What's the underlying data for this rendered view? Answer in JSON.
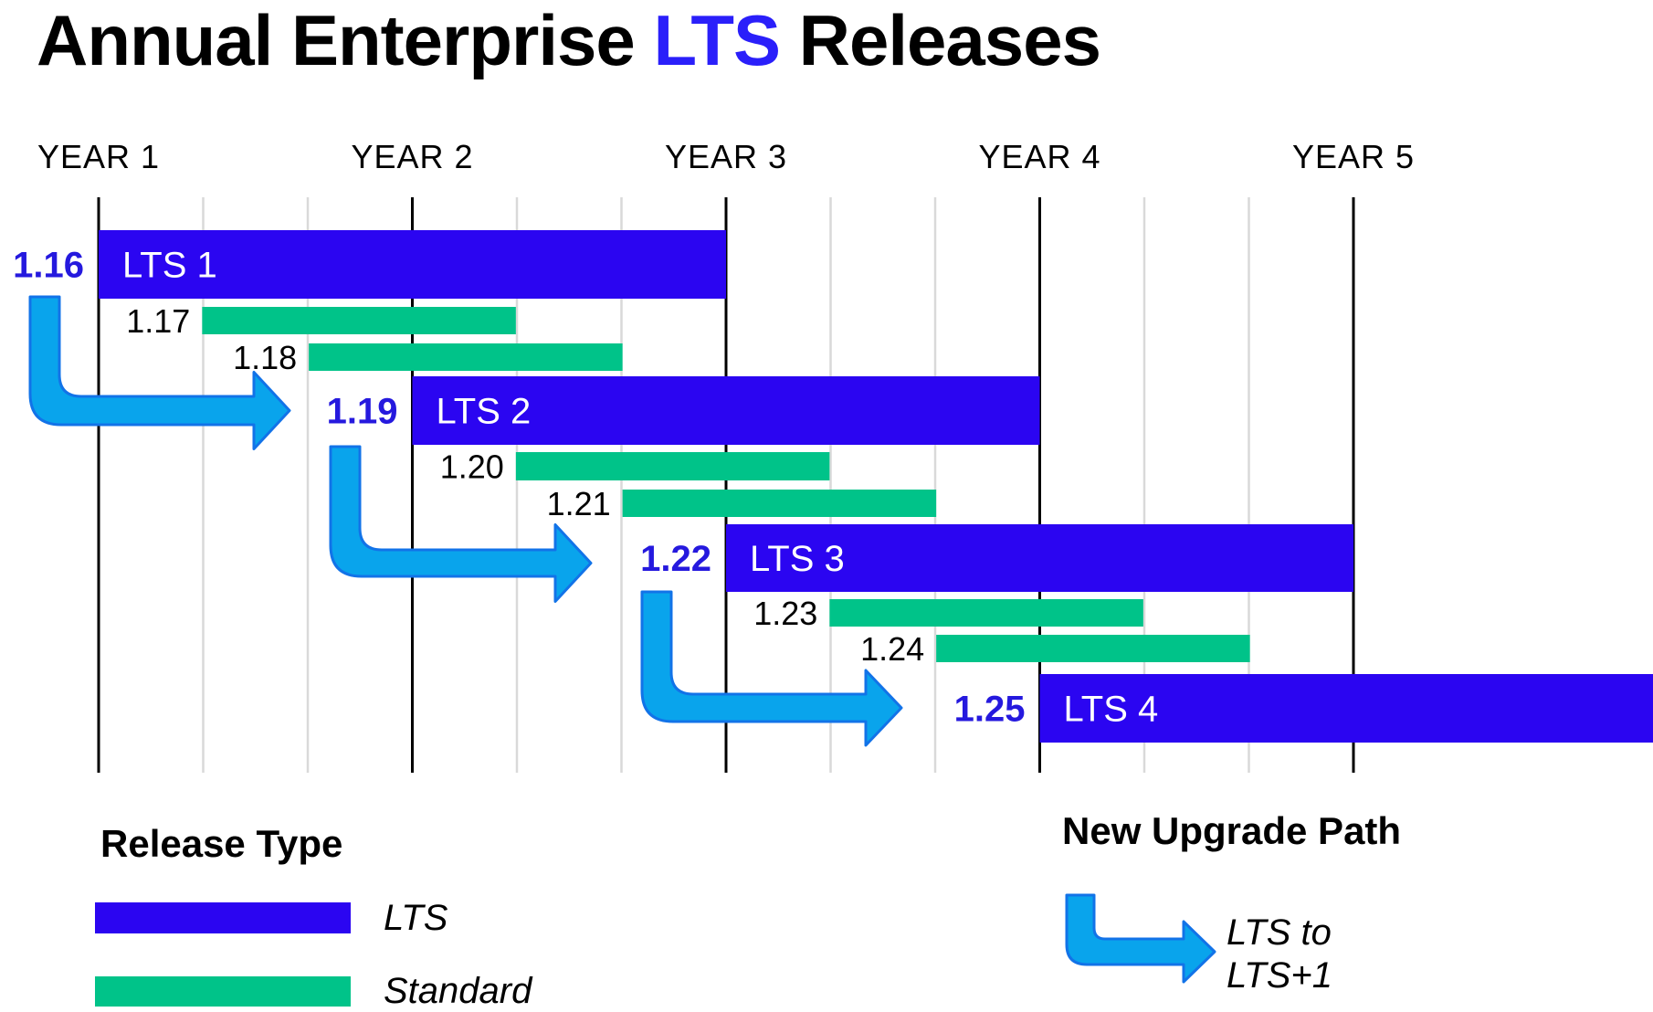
{
  "title": {
    "prefix": "Annual Enterprise ",
    "highlight": "LTS",
    "suffix": " Releases"
  },
  "colors": {
    "lts": "#2B05F1",
    "standard": "#00C389",
    "arrow_fill": "#09A4EC",
    "arrow_stroke": "#1273E8",
    "title_highlight": "#2A1FFA",
    "version_label_blue": "#2519DE",
    "grid_major": "#000000",
    "grid_minor": "#D9D9D9",
    "bar_text": "#FFFFFF",
    "text": "#000000"
  },
  "chart_data": {
    "type": "gantt-timeline",
    "title": "Annual Enterprise LTS Releases",
    "x_axis": {
      "labels": [
        "YEAR 1",
        "YEAR 2",
        "YEAR 3",
        "YEAR 4",
        "YEAR 5"
      ],
      "years_shown": 5,
      "minor_divisions_per_year": 3,
      "grid": "major black lines at year starts, light minor lines at thirds"
    },
    "releases": [
      {
        "version": "1.16",
        "bar_label": "LTS 1",
        "type": "LTS",
        "start_year": 1.0,
        "end_year": 3.0
      },
      {
        "version": "1.17",
        "bar_label": "",
        "type": "Standard",
        "start_year": 1.33,
        "end_year": 2.33
      },
      {
        "version": "1.18",
        "bar_label": "",
        "type": "Standard",
        "start_year": 1.67,
        "end_year": 2.67
      },
      {
        "version": "1.19",
        "bar_label": "LTS 2",
        "type": "LTS",
        "start_year": 2.0,
        "end_year": 4.0
      },
      {
        "version": "1.20",
        "bar_label": "",
        "type": "Standard",
        "start_year": 2.33,
        "end_year": 3.33
      },
      {
        "version": "1.21",
        "bar_label": "",
        "type": "Standard",
        "start_year": 2.67,
        "end_year": 3.67
      },
      {
        "version": "1.22",
        "bar_label": "LTS 3",
        "type": "LTS",
        "start_year": 3.0,
        "end_year": 5.0
      },
      {
        "version": "1.23",
        "bar_label": "",
        "type": "Standard",
        "start_year": 3.33,
        "end_year": 4.33
      },
      {
        "version": "1.24",
        "bar_label": "",
        "type": "Standard",
        "start_year": 3.67,
        "end_year": 4.67
      },
      {
        "version": "1.25",
        "bar_label": "LTS 4",
        "type": "LTS",
        "start_year": 4.0,
        "end_year": 6.0
      }
    ],
    "upgrade_arrows": [
      {
        "from": "1.16",
        "to": "1.19"
      },
      {
        "from": "1.19",
        "to": "1.22"
      },
      {
        "from": "1.22",
        "to": "1.25"
      }
    ]
  },
  "legend": {
    "release_type": {
      "heading": "Release Type",
      "items": [
        {
          "label": "LTS",
          "color_key": "lts"
        },
        {
          "label": "Standard",
          "color_key": "standard"
        }
      ]
    },
    "upgrade_path": {
      "heading": "New Upgrade Path",
      "label_line1": "LTS to",
      "label_line2": "LTS+1"
    }
  }
}
